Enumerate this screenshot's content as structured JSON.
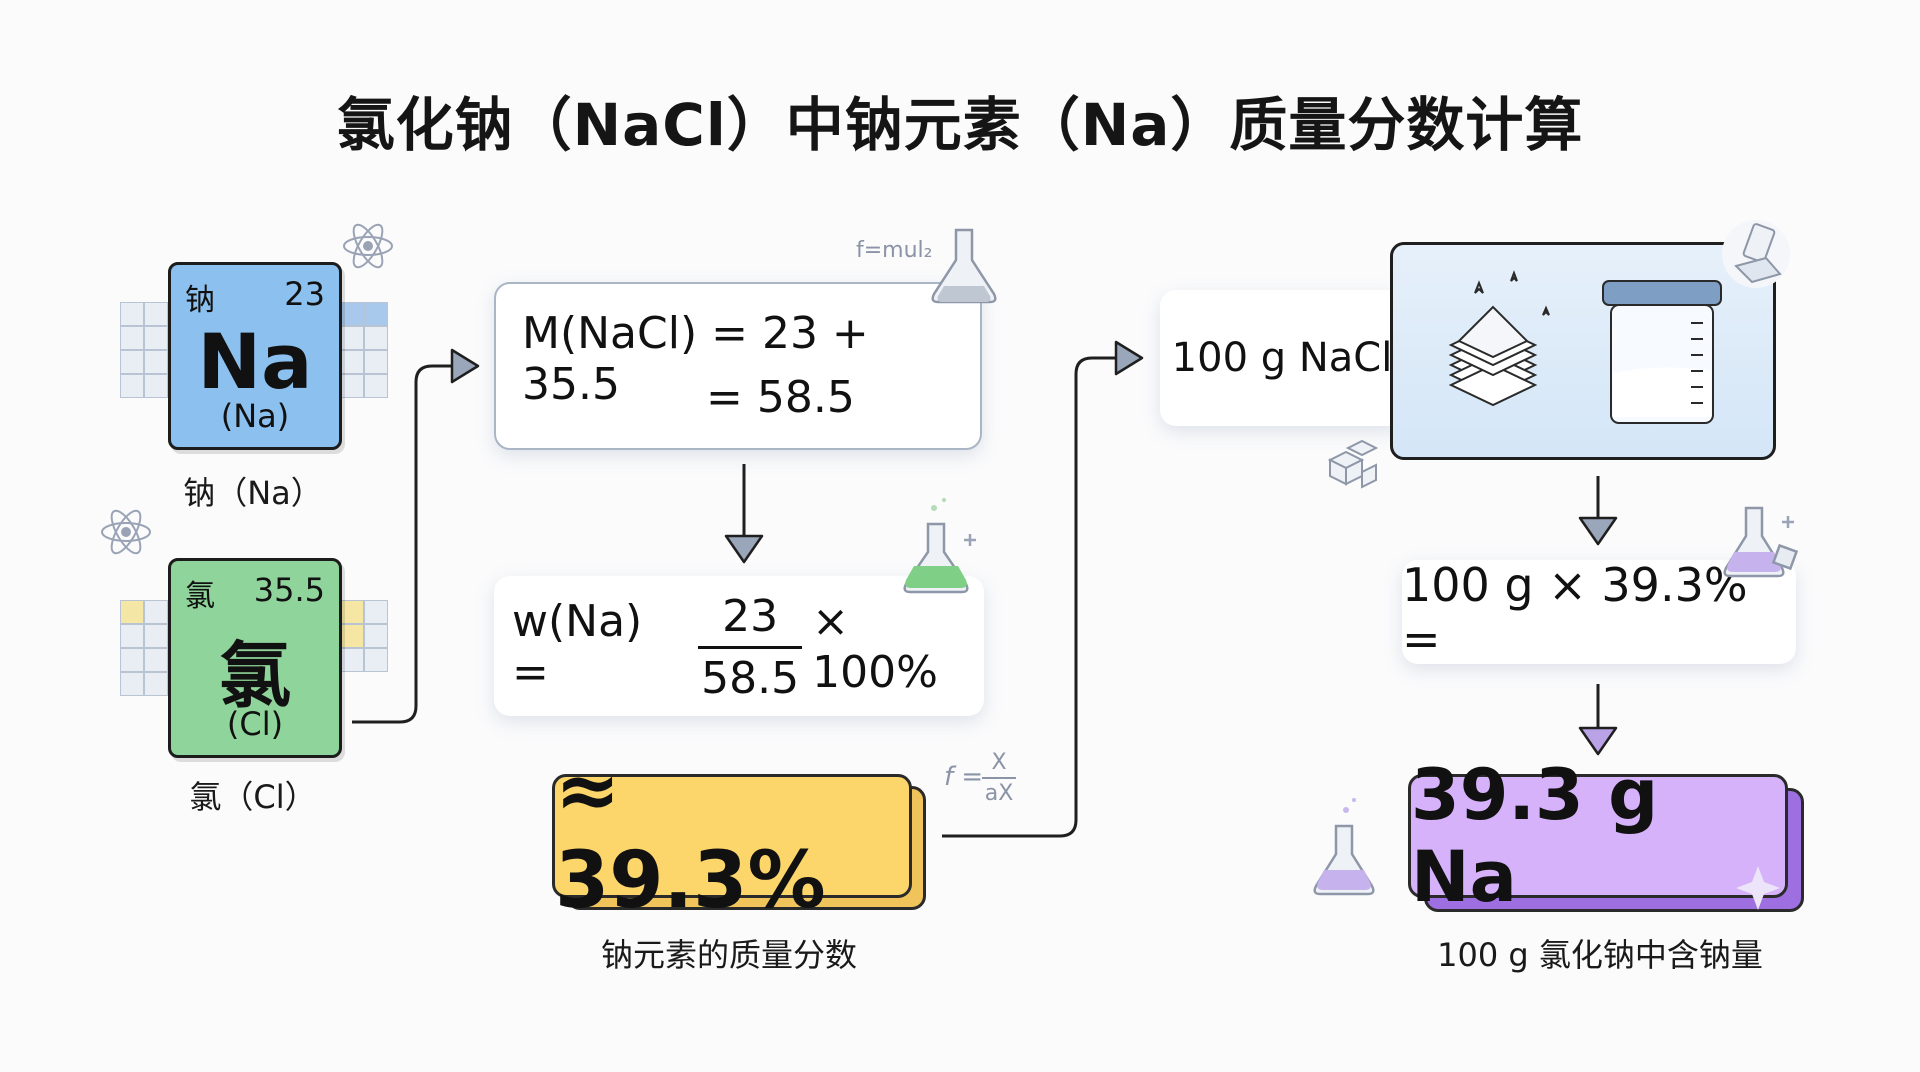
{
  "title": "氯化钠（NaCl）中钠元素（Na）质量分数计算",
  "sodium": {
    "name": "钠",
    "number": "23",
    "symbol": "Na",
    "sub": "(Na)",
    "caption": "钠（Na）",
    "color": "#8cc0ee"
  },
  "chlorine": {
    "name": "氯",
    "number": "35.5",
    "symbol": "氯",
    "sub": "(Cl)",
    "caption": "氯（Cl）",
    "color": "#8fd49a"
  },
  "molar": {
    "line1": "M(NaCl) = 23 + 35.5",
    "line2": "= 58.5",
    "note": "f=mul₂"
  },
  "fraction": {
    "lhs": "w(Na) =",
    "numerator": "23",
    "denominator": "58.5",
    "rhs": "× 100%"
  },
  "result": {
    "value": "≈ 39.3%",
    "caption": "钠元素的质量分数",
    "color": "#fcd66a"
  },
  "formula_note": {
    "f": "f =",
    "top": "X",
    "bottom": "aX"
  },
  "sample": {
    "label": "100 g NaCl"
  },
  "multiply": {
    "label": "100 g × 39.3% ="
  },
  "final": {
    "value": "39.3 g Na",
    "caption": "100 g 氯化钠中含钠量",
    "color": "#d6b2fb"
  }
}
